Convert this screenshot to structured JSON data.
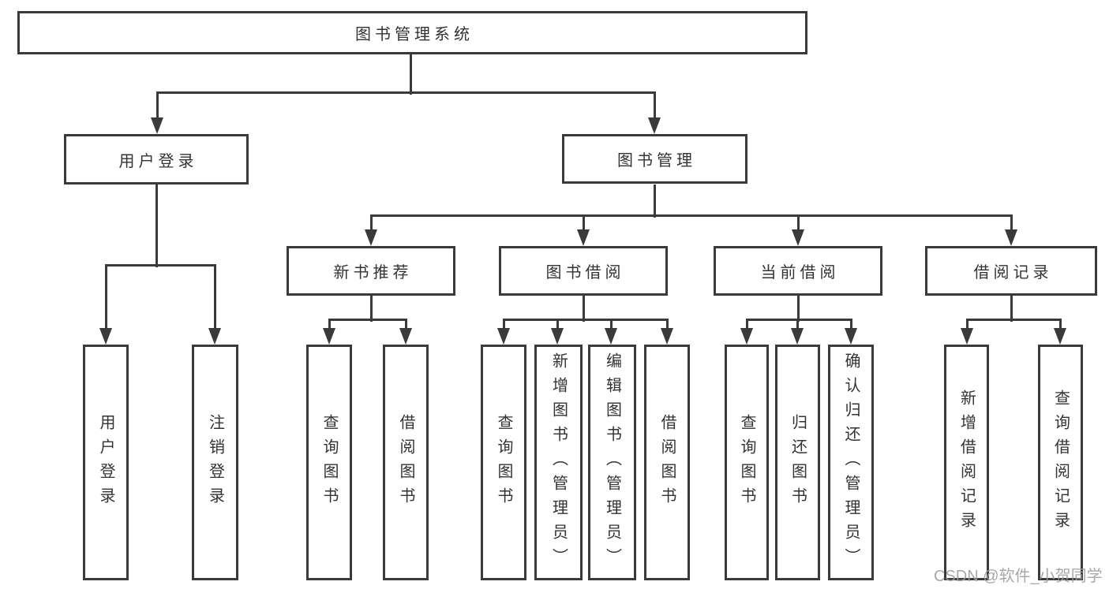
{
  "diagram": {
    "title": "图书管理系统",
    "watermark": "CSDN @软件_小贺同学",
    "colors": {
      "line": "#3a3a3a",
      "text": "#333333",
      "watermark": "#9e9e9e",
      "background": "#ffffff"
    },
    "nodes": [
      {
        "id": "root",
        "label": "图书管理系统",
        "level": 1,
        "parent": null
      },
      {
        "id": "user-login",
        "label": "用户登录",
        "level": 2,
        "parent": "root"
      },
      {
        "id": "book-mgmt",
        "label": "图书管理",
        "level": 2,
        "parent": "root"
      },
      {
        "id": "login",
        "label": "用户登录",
        "level": 3,
        "parent": "user-login"
      },
      {
        "id": "logout",
        "label": "注销登录",
        "level": 3,
        "parent": "user-login"
      },
      {
        "id": "new-book-rec",
        "label": "新书推荐",
        "level": 3,
        "parent": "book-mgmt"
      },
      {
        "id": "book-borrow",
        "label": "图书借阅",
        "level": 3,
        "parent": "book-mgmt"
      },
      {
        "id": "current-borrow",
        "label": "当前借阅",
        "level": 3,
        "parent": "book-mgmt"
      },
      {
        "id": "borrow-record",
        "label": "借阅记录",
        "level": 3,
        "parent": "book-mgmt"
      },
      {
        "id": "nb-query",
        "label": "查询图书",
        "level": 4,
        "parent": "new-book-rec"
      },
      {
        "id": "nb-borrow",
        "label": "借阅图书",
        "level": 4,
        "parent": "new-book-rec"
      },
      {
        "id": "bb-query",
        "label": "查询图书",
        "level": 4,
        "parent": "book-borrow"
      },
      {
        "id": "bb-add",
        "label": "新增图书（管理员）",
        "level": 4,
        "parent": "book-borrow"
      },
      {
        "id": "bb-edit",
        "label": "编辑图书（管理员）",
        "level": 4,
        "parent": "book-borrow"
      },
      {
        "id": "bb-borrow",
        "label": "借阅图书",
        "level": 4,
        "parent": "book-borrow"
      },
      {
        "id": "cb-query",
        "label": "查询图书",
        "level": 4,
        "parent": "current-borrow"
      },
      {
        "id": "cb-return",
        "label": "归还图书",
        "level": 4,
        "parent": "current-borrow"
      },
      {
        "id": "cb-confirm",
        "label": "确认归还（管理员）",
        "level": 4,
        "parent": "current-borrow"
      },
      {
        "id": "br-add",
        "label": "新增借阅记录",
        "level": 4,
        "parent": "borrow-record"
      },
      {
        "id": "br-query",
        "label": "查询借阅记录",
        "level": 4,
        "parent": "borrow-record"
      }
    ]
  }
}
